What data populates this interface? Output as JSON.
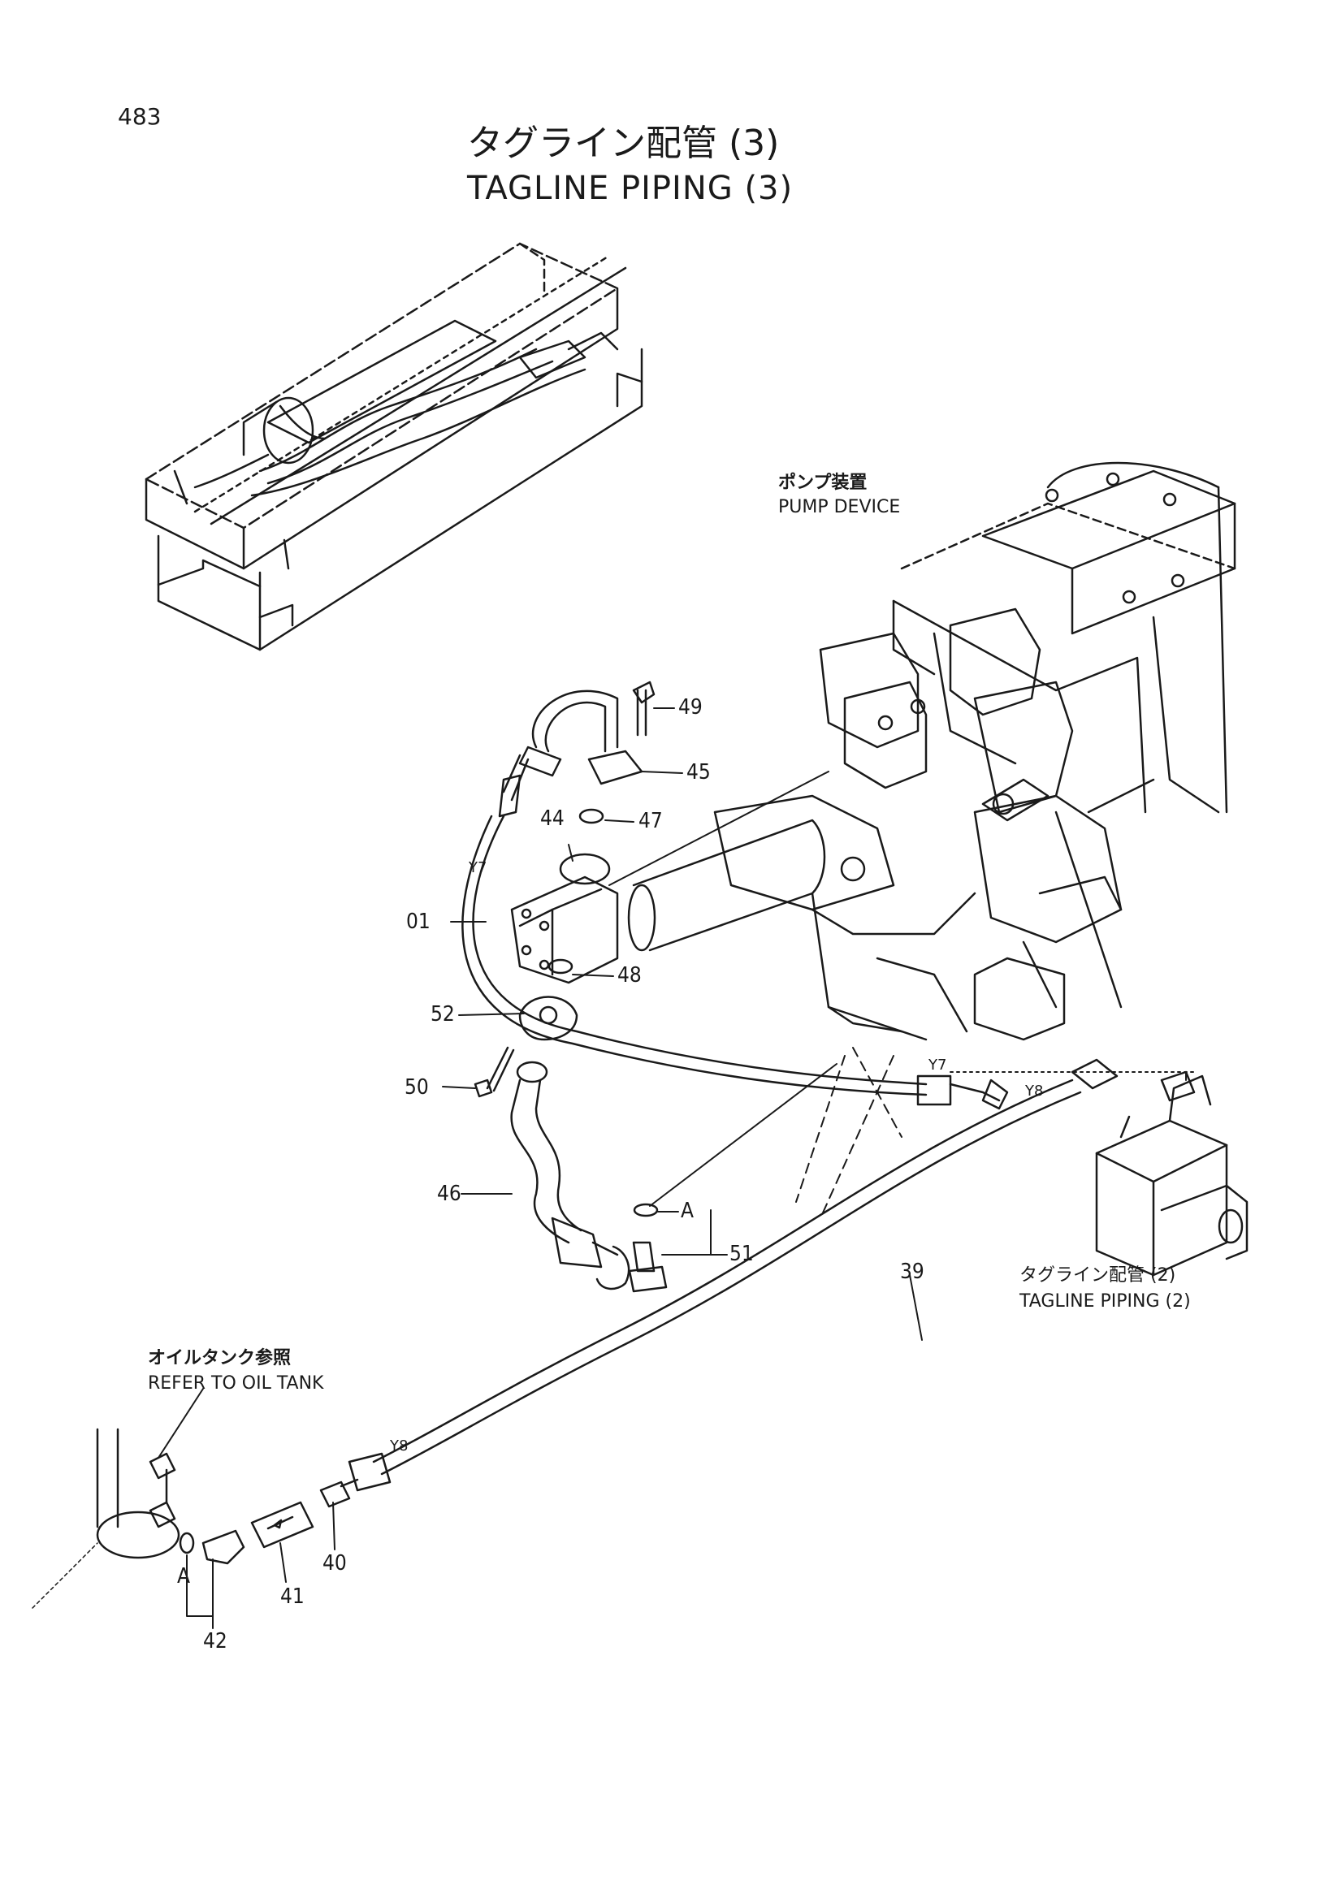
{
  "page_number": "483",
  "title_jp": "タグライン配管 (3)",
  "title_en": "TAGLINE PIPING (3)",
  "notes": {
    "pump_device_jp": "ポンプ装置",
    "pump_device_en": "PUMP DEVICE",
    "tagline2_jp": "タグライン配管 (2)",
    "tagline2_en": "TAGLINE PIPING (2)",
    "oil_tank_jp": "オイルタンク参照",
    "oil_tank_en": "REFER TO OIL TANK"
  },
  "callouts": {
    "n49": "49",
    "n45": "45",
    "n47": "47",
    "n44": "44",
    "n48": "48",
    "n01": "01",
    "n52": "52",
    "n50": "50",
    "n46": "46",
    "n51": "51",
    "n39": "39",
    "n40": "40",
    "n41": "41",
    "n42": "42"
  },
  "refs": {
    "y7a": "Y7",
    "y7b": "Y7",
    "y8a": "Y8",
    "y8b": "Y8",
    "a1": "A",
    "a2": "A"
  }
}
